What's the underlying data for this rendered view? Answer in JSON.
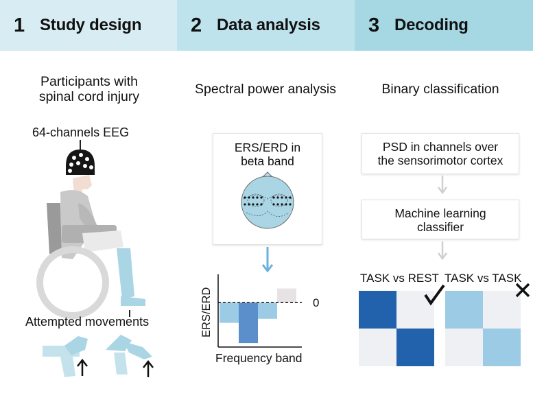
{
  "header": {
    "steps": [
      {
        "number": "1",
        "title": "Study design"
      },
      {
        "number": "2",
        "title": "Data analysis"
      },
      {
        "number": "3",
        "title": "Decoding"
      }
    ]
  },
  "study_design": {
    "title_line1": "Participants with",
    "title_line2": "spinal cord injury",
    "eeg_label": "64-channels EEG",
    "movements_label": "Attempted movements"
  },
  "data_analysis": {
    "title": "Spectral power analysis",
    "topo_label_line1": "ERS/ERD in",
    "topo_label_line2": "beta band",
    "chart_data": {
      "type": "bar",
      "ylabel": "ERS/ERD",
      "xlabel": "Frequency band",
      "zero_label": "0",
      "values": [
        -0.5,
        -1.0,
        -0.4,
        0.35
      ],
      "colors": [
        "#9ccbe6",
        "#5b8fcc",
        "#9ccbe6",
        "#e7e2e3"
      ],
      "ylim": [
        -1.1,
        0.7
      ]
    }
  },
  "decoding": {
    "title": "Binary classification",
    "step1_line1": "PSD in channels over",
    "step1_line2": "the sensorimotor cortex",
    "step2_line1": "Machine learning",
    "step2_line2": "classifier",
    "matrix1_label": "TASK vs REST",
    "matrix2_label": "TASK vs TASK",
    "matrix1_cells": [
      [
        "#2262ad",
        "#eef0f4"
      ],
      [
        "#eef0f4",
        "#2262ad"
      ]
    ],
    "matrix2_cells": [
      [
        "#9ccbe6",
        "#eef0f4"
      ],
      [
        "#eef0f4",
        "#9ccbe6"
      ]
    ]
  },
  "colors": {
    "band1": "#d8edf3",
    "band2": "#bfe3ec",
    "band3": "#a6d8e4",
    "accent_blue": "#6ab2dd",
    "arrow_gray": "#cfcfcf"
  }
}
